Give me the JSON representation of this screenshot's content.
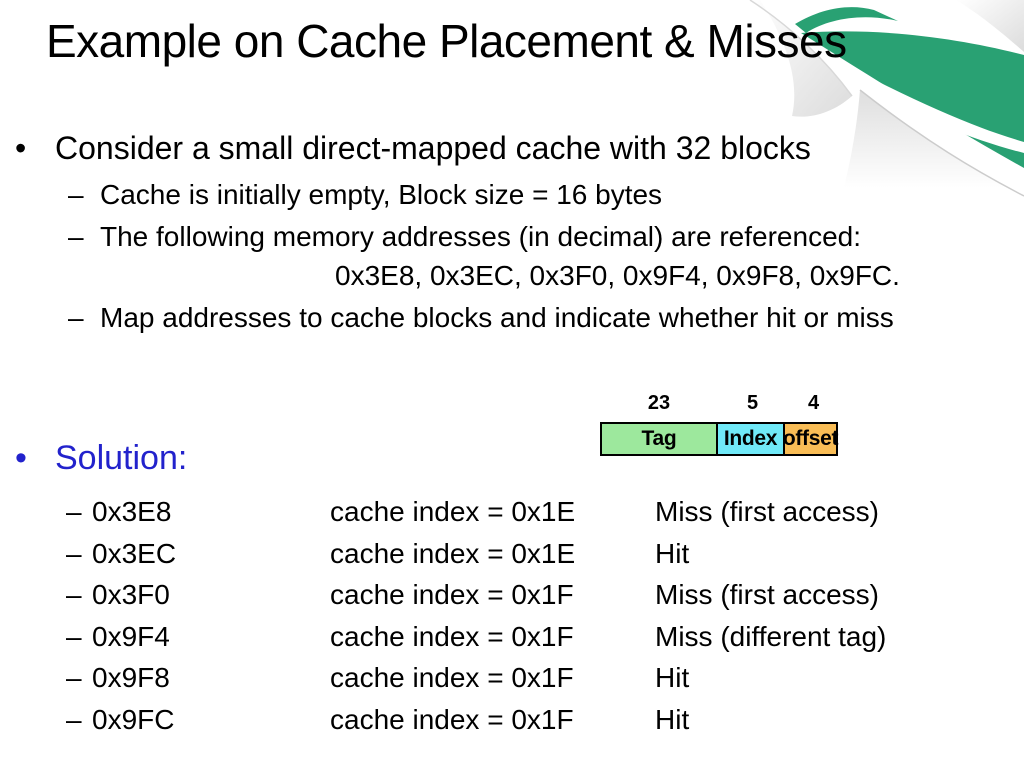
{
  "title": "Example on Cache Placement & Misses",
  "intro": {
    "marker": "•",
    "text": "Consider a small direct-mapped cache with 32 blocks",
    "dash": "–",
    "items": [
      "Cache is initially empty, Block size = 16 bytes",
      "The following memory addresses (in decimal) are referenced:",
      "Map addresses to cache blocks and indicate whether hit or miss"
    ],
    "addresses_line": "0x3E8, 0x3EC, 0x3F0, 0x9F4, 0x9F8, 0x9FC."
  },
  "address_format": {
    "fields": [
      {
        "bits": "23",
        "label": "Tag",
        "fill": "#9de89d"
      },
      {
        "bits": "5",
        "label": "Index",
        "fill": "#70e9f8"
      },
      {
        "bits": "4",
        "label": "offset",
        "fill": "#f9bd56"
      }
    ]
  },
  "solution": {
    "marker": "•",
    "heading": "Solution:",
    "heading_color": "#2222cc",
    "dash": "–",
    "rows": [
      {
        "address": "0x3E8",
        "cache_index": "cache index = 0x1E",
        "result": "Miss (first access)"
      },
      {
        "address": "0x3EC",
        "cache_index": "cache index = 0x1E",
        "result": "Hit"
      },
      {
        "address": "0x3F0",
        "cache_index": "cache index = 0x1F",
        "result": "Miss (first access)"
      },
      {
        "address": "0x9F4",
        "cache_index": "cache index = 0x1F",
        "result": "Miss (different tag)"
      },
      {
        "address": "0x9F8",
        "cache_index": "cache index = 0x1F",
        "result": "Hit"
      },
      {
        "address": "0x9FC",
        "cache_index": "cache index = 0x1F",
        "result": "Hit"
      }
    ]
  },
  "decoration": {
    "corner_green": "#29a173"
  }
}
